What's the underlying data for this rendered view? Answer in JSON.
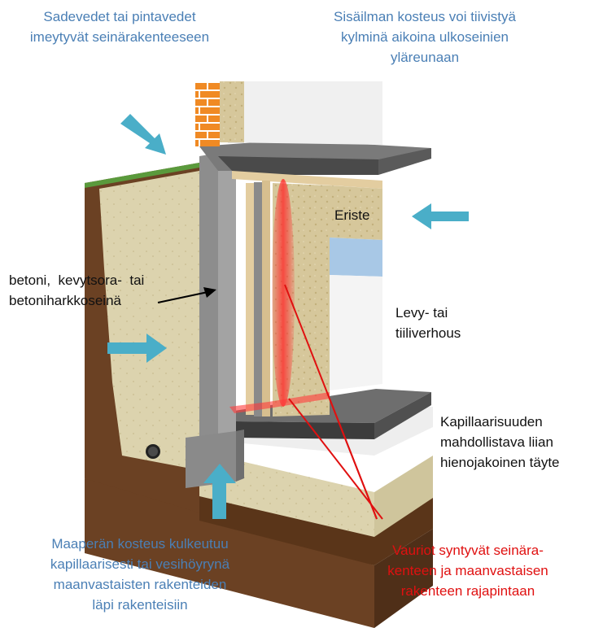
{
  "colors": {
    "label_blue": "#4a7fb5",
    "arrow_cyan": "#4aaec8",
    "damage_red": "#e01010",
    "soil_brown": "#6b4123",
    "fill_beige": "#d9cfa8",
    "concrete_gray": "#8a8a8a",
    "insulation_tan": "#d8c9a0",
    "brick_orange": "#f08a24",
    "board_blue": "#a8c8e6"
  },
  "labels": {
    "rain": [
      "Sadevedet tai pintavedet",
      "imeytyvät seinärakenteeseen"
    ],
    "indoor": [
      "Sisäilman kosteus voi tiivistyä",
      "kylminä aikoina ulkoseinien",
      "yläreunaan"
    ],
    "insulation": "Eriste",
    "wall_type": [
      "betoni,  kevytsora-  tai",
      "betoniharkkoseinä"
    ],
    "cladding": [
      "Levy- tai",
      "tiiliverhous"
    ],
    "fill": [
      "Kapillaarisuuden",
      "mahdollistava liian",
      "hienojakoinen täyte"
    ],
    "ground_moisture": [
      "Maaperän kosteus kulkeutuu",
      "kapillaarisesti tai vesihöyrynä",
      "maanvastaisten rakenteiden",
      "läpi rakenteisiin"
    ],
    "damage": [
      "Vauriot syntyvät seinära-",
      "kenteen ja maanvastaisen",
      "rakenteen rajapintaan"
    ]
  }
}
